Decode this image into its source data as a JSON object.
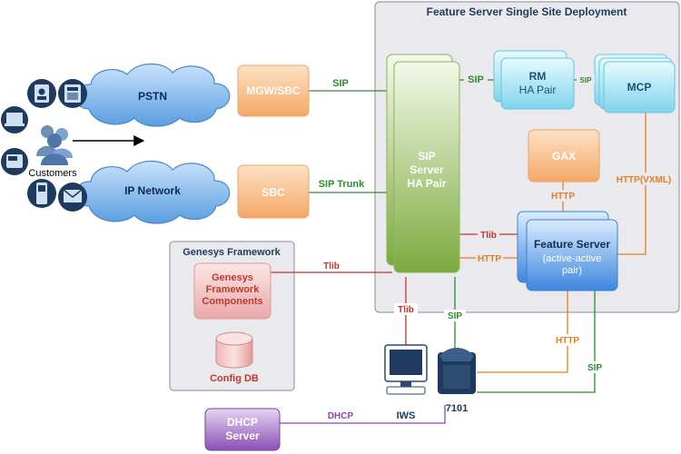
{
  "colors": {
    "sip_green": "#2e8b2e",
    "tlib_red": "#c0392b",
    "http_orange": "#e67e22",
    "dhcp_purple": "#8e44ad",
    "cloud_blue": "#5aa0e0",
    "panel_gray": "#e8e8ec"
  },
  "deployment": {
    "title": "Feature Server Single Site Deployment"
  },
  "framework": {
    "title": "Genesys Framework",
    "components_label": "Genesys Framework Components",
    "configdb_label": "Config DB"
  },
  "customers": {
    "label": "Customers"
  },
  "clouds": {
    "pstn": "PSTN",
    "ip": "IP Network"
  },
  "nodes": {
    "mgw": "MGW/SBC",
    "sbc": "SBC",
    "sip_server": "SIP Server HA Pair",
    "rm": "RM HA Pair",
    "mcp": "MCP",
    "gax": "GAX",
    "feature_server": "Feature Server (active-active pair)",
    "dhcp": "DHCP Server",
    "iws": "IWS",
    "phone": "7101"
  },
  "links": {
    "pstn_sip": "SIP",
    "sip_trunk": "SIP Trunk",
    "rm_sip": "SIP",
    "rm_mcp_sip": "SIP",
    "http_vxml": "HTTP(VXML)",
    "gax_http": "HTTP",
    "fs_tlib": "Tlib",
    "fs_http": "HTTP",
    "fw_tlib": "Tlib",
    "iws_tlib": "Tlib",
    "phone_sip": "SIP",
    "fs_phone_http": "HTTP",
    "fs_phone_sip": "SIP",
    "dhcp": "DHCP"
  }
}
